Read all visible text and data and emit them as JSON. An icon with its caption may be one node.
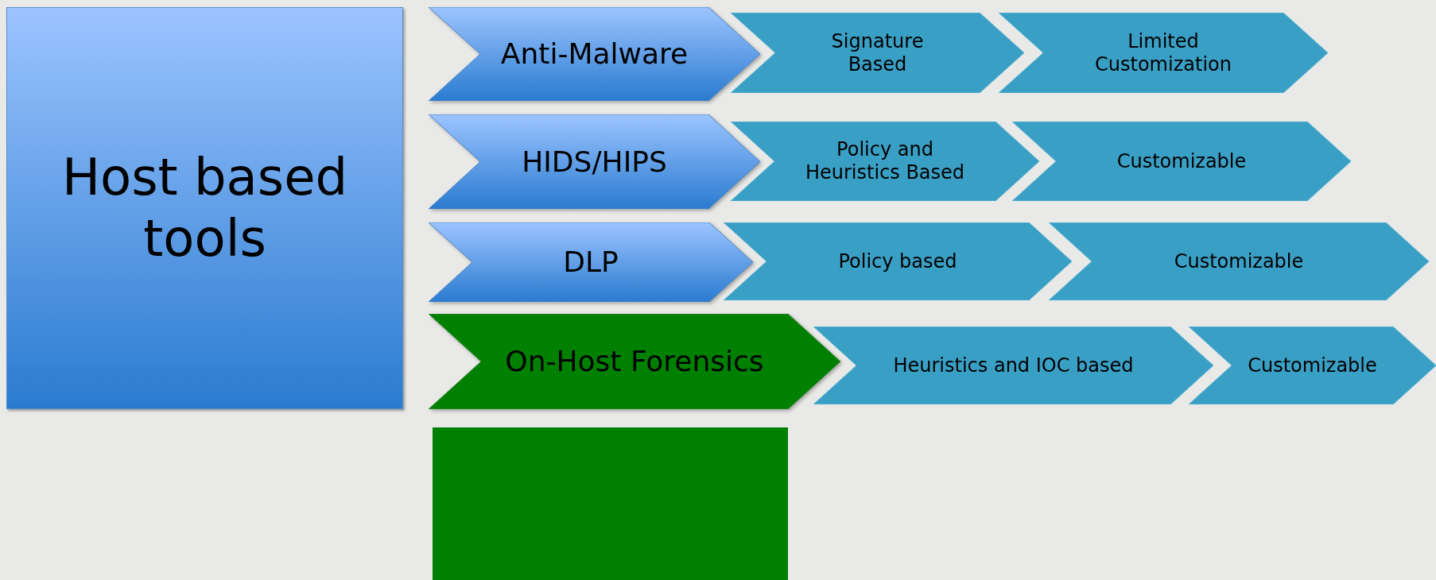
{
  "diagram": {
    "nodes": [
      {
        "text": [
          "Host based tools"
        ]
      },
      {
        "text": [
          "Anti-Malware"
        ]
      },
      {
        "text": [
          "Signature Based"
        ]
      },
      {
        "text": [
          "Limited Customization"
        ]
      },
      {
        "text": [
          "HIDS/HIPS"
        ]
      },
      {
        "text": [
          "Policy and Heuristics Based"
        ]
      },
      {
        "text": [
          "Customizable"
        ]
      },
      {
        "text": [
          "DLP"
        ]
      },
      {
        "text": [
          "Policy based"
        ]
      },
      {
        "text": [
          "Customizable"
        ]
      },
      {
        "text": [
          "On-Host Forensics"
        ]
      },
      {
        "text": [
          "Heuristics and IOC based"
        ]
      },
      {
        "text": [
          "Customizable"
        ]
      },
      {
        "text": [],
        "shape": "box"
      }
    ]
  }
}
